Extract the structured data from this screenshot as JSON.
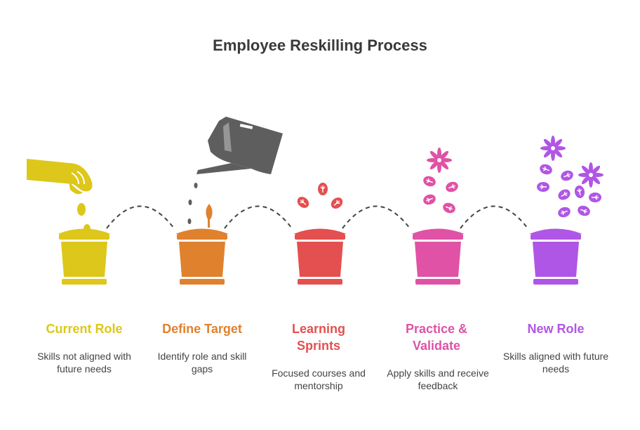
{
  "title": "Employee Reskilling Process",
  "steps": [
    {
      "title": "Current Role",
      "description": "Skills not aligned with future needs",
      "color": "#ddc71a"
    },
    {
      "title": "Define Target",
      "description": "Identify role and skill gaps",
      "color": "#e0812e"
    },
    {
      "title": "Learning Sprints",
      "description": "Focused courses and mentorship",
      "color": "#e45050"
    },
    {
      "title": "Practice & Validate",
      "description": "Apply skills and receive feedback",
      "color": "#e052a6"
    },
    {
      "title": "New Role",
      "description": "Skills aligned with future needs",
      "color": "#b056e6"
    }
  ],
  "icons": [
    "hand-planting-seeds-icon",
    "watering-can-icon",
    "sprouting-leaves-icon",
    "flowering-plant-icon",
    "blooming-plant-icon"
  ]
}
